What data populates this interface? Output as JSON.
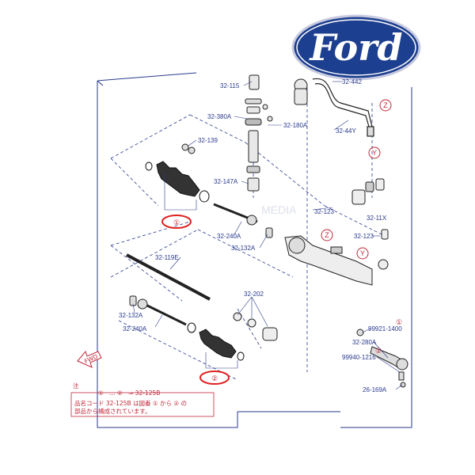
{
  "logo": {
    "brand": "Ford",
    "color": "#1d3f8f"
  },
  "colors": {
    "line": "#2a3a8c",
    "note": "#c0283a",
    "highlight": "#e02020"
  },
  "watermark": "MEDIA",
  "labels": {
    "p_32_115": "32-115",
    "p_32_442": "32-442",
    "p_32_380A": "32-380A",
    "p_32_180A": "32-180A",
    "p_32_44Y": "32-44Y",
    "p_32_139": "32-139",
    "p_32_147A": "32-147A",
    "p_32_123_a": "32-123",
    "p_32_11X": "32-11X",
    "p_32_240A_a": "32-240A",
    "p_32_132A_a": "32-132A",
    "p_32_123_b": "32-123",
    "p_32_119E": "32-119E",
    "p_32_202": "32-202",
    "p_32_132A_b": "32-132A",
    "p_32_240A_b": "32-240A",
    "p_99921_1400": "99921-1400",
    "p_32_280A": "32-280A",
    "p_99940_1216": "99940-1216",
    "p_26_169A": "26-169A"
  },
  "markers": {
    "z1": "Z",
    "y1": "Y",
    "z2": "Z",
    "y2": "Y",
    "circle1": "①",
    "circle2": "②",
    "sup1": "①",
    "sup2": "①"
  },
  "note": {
    "title": "注",
    "line1_a": "①",
    "line1_b": "…",
    "line1_c": "②",
    "line1_d": "⇒ 32-125B",
    "line2": "品名コード 32-125B は図番 ① から ② の",
    "line3": "部品から構成されています。"
  },
  "front_tag": "FWD"
}
